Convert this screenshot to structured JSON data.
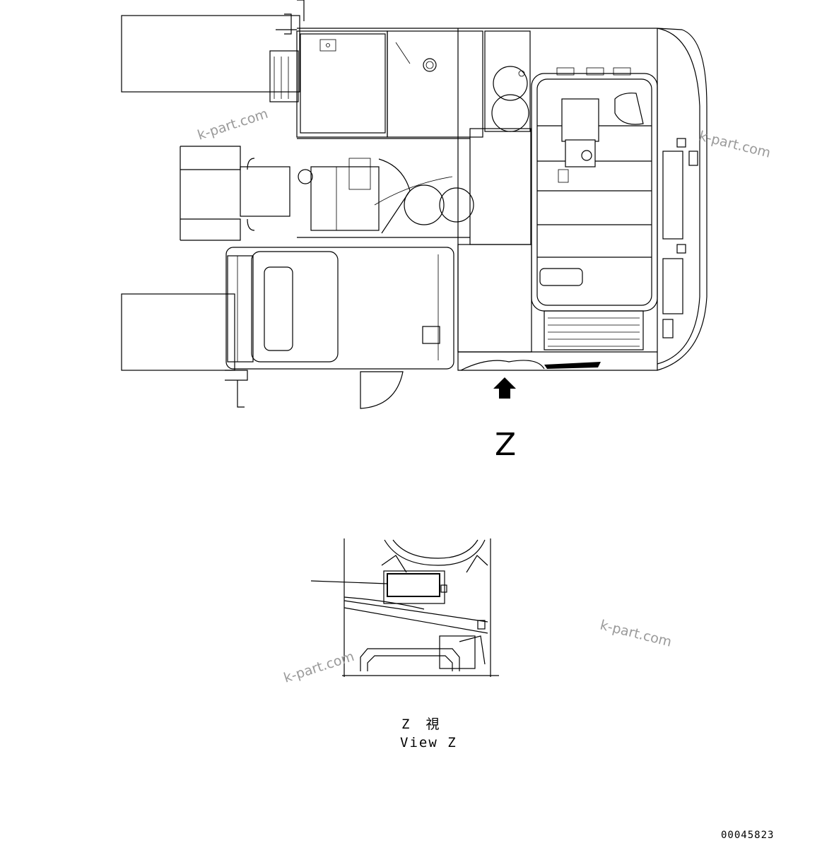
{
  "view_marker": {
    "letter": "Z"
  },
  "caption": {
    "line1": "Z　視",
    "line2": "View Z"
  },
  "document_number": "00045823",
  "watermarks": [
    "k-part.com",
    "k-part.com",
    "k-part.com",
    "k-part.com"
  ]
}
